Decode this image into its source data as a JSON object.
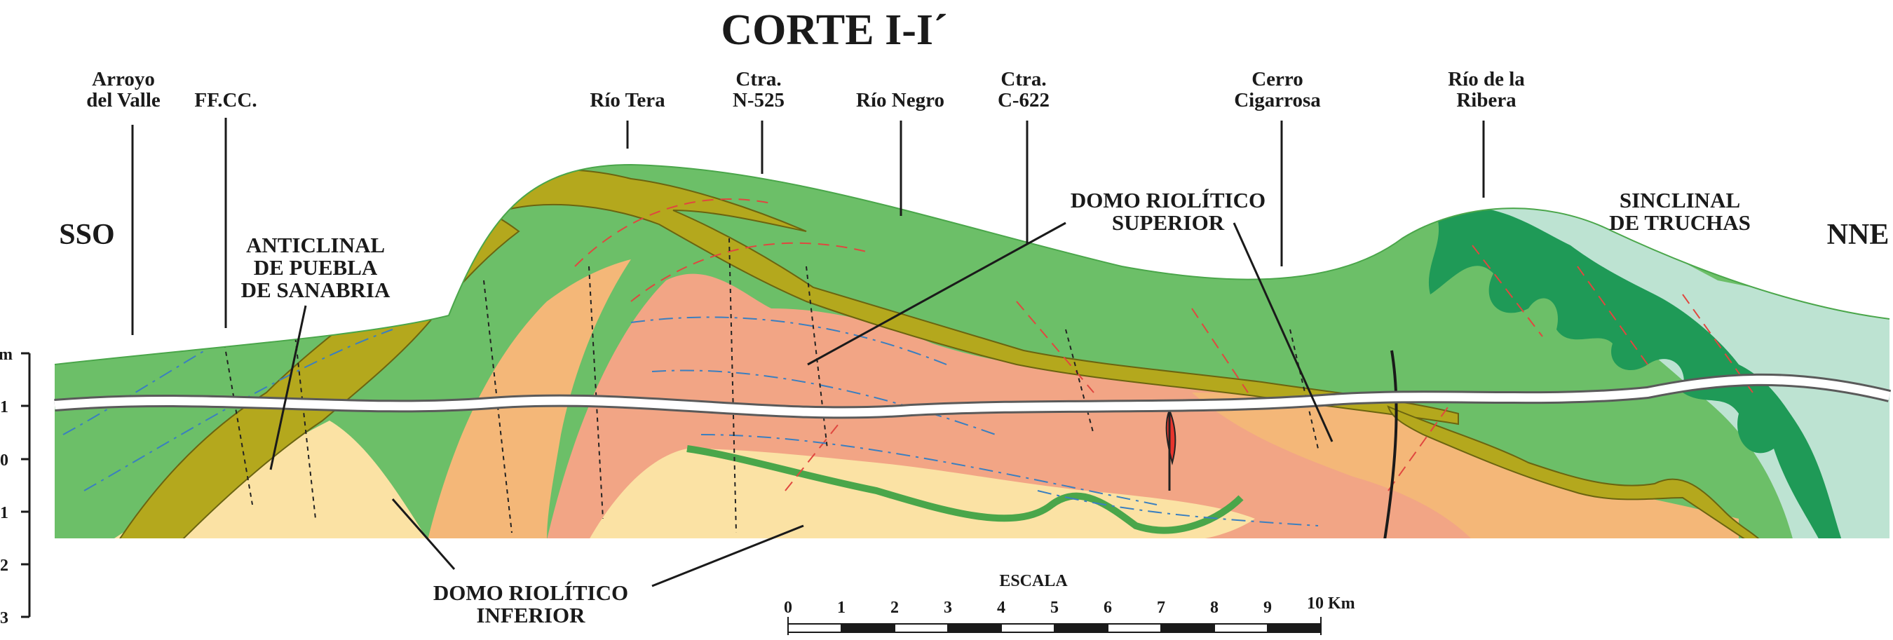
{
  "title": "CORTE I-I´",
  "orientation": {
    "left": "SSO",
    "right": "NNE"
  },
  "places": [
    {
      "id": "arroyo",
      "lines": [
        "Arroyo",
        "del Valle"
      ]
    },
    {
      "id": "ffcc",
      "lines": [
        "FF.CC."
      ]
    },
    {
      "id": "tera",
      "lines": [
        "Río Tera"
      ]
    },
    {
      "id": "n525",
      "lines": [
        "Ctra.",
        "N-525"
      ]
    },
    {
      "id": "negro",
      "lines": [
        "Río Negro"
      ]
    },
    {
      "id": "c622",
      "lines": [
        "Ctra.",
        "C-622"
      ]
    },
    {
      "id": "cigarrosa",
      "lines": [
        "Cerro",
        "Cigarrosa"
      ]
    },
    {
      "id": "ribera",
      "lines": [
        "Río de la",
        "Ribera"
      ]
    }
  ],
  "structures": {
    "anticlinal": [
      "ANTICLINAL",
      "DE PUEBLA",
      "DE SANABRIA"
    ],
    "domo_superior": [
      "DOMO RIOLÍTICO",
      "SUPERIOR"
    ],
    "sinclinal": [
      "SINCLINAL",
      "DE TRUCHAS"
    ],
    "domo_inferior": [
      "DOMO RIOLÍTICO",
      "INFERIOR"
    ]
  },
  "scale": {
    "title": "ESCALA",
    "ticks": [
      "0",
      "1",
      "2",
      "3",
      "4",
      "5",
      "6",
      "7",
      "8",
      "9",
      "10 Km"
    ]
  },
  "vertical_axis": {
    "labels": [
      "m",
      "1",
      "0",
      "1",
      "2",
      "3"
    ]
  },
  "colors": {
    "upper_green": "#6cbf68",
    "dark_green": "#1f9a57",
    "pale_green": "#bde3d2",
    "olive": "#b4a81d",
    "salmon": "#f2a585",
    "orange": "#f4b778",
    "cream": "#fbe2a4",
    "red_dyke": "#e8342d",
    "fold_red": "#e0473f",
    "fold_blue": "#3a7fc0"
  }
}
